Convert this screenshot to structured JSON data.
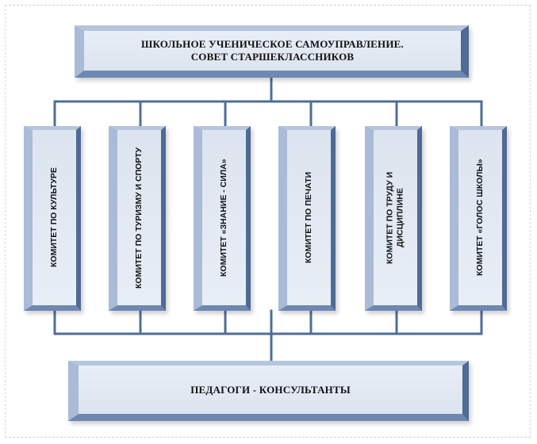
{
  "header": {
    "line1": "ШКОЛЬНОЕ УЧЕНИЧЕСКОЕ САМОУПРАВЛЕНИЕ.",
    "line2": "СОВЕТ СТАРШЕКЛАССНИКОВ"
  },
  "committees": [
    {
      "label": "КОМИТЕТ ПО КУЛЬТУРЕ"
    },
    {
      "label": "КОМИТЕТ ПО ТУРИЗМУ И СПОРТУ"
    },
    {
      "label": "КОМИТЕТ «ЗНАНИЕ - СИЛА»"
    },
    {
      "label": "КОМИТЕТ ПО ПЕЧАТИ"
    },
    {
      "label": "КОМИТЕТ ПО ТРУДУ И\nДИСЦИПЛИНЕ"
    },
    {
      "label": "КОМИТЕТ «ГОЛОС ШКОЛЫ»"
    }
  ],
  "footer": {
    "label": "ПЕДАГОГИ - КОНСУЛЬТАНТЫ"
  },
  "colors": {
    "box_fill": "#dfe6f1",
    "box_border_dark": "#4e6a95",
    "connector": "#4f6e97"
  }
}
